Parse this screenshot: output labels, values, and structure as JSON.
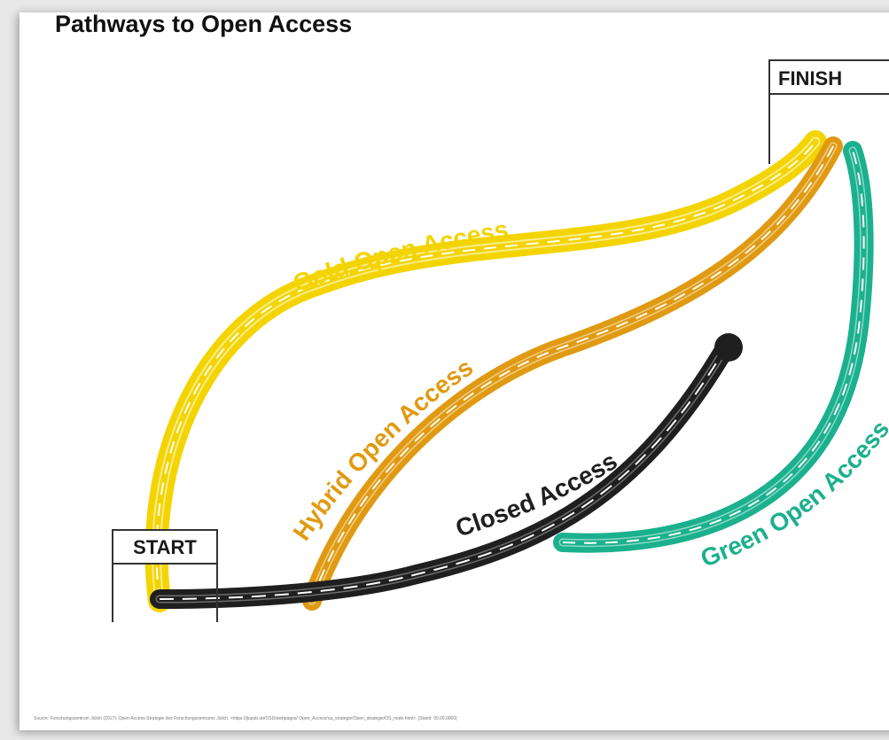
{
  "title": "Pathways to Open Access",
  "flags": {
    "start": "START",
    "finish": "FINISH"
  },
  "paths": {
    "gold": {
      "label": "Gold Open Access",
      "color": "#f3d400"
    },
    "hybrid": {
      "label": "Hybrid Open Access",
      "color": "#e09a12"
    },
    "closed": {
      "label": "Closed Access",
      "color": "#1f1f1f"
    },
    "green": {
      "label": "Green Open Access",
      "color": "#1bb08e"
    }
  },
  "source_note": "Source: Forschungszentrum Jülich (2017): Open-Access-Strategie des Forschungszentrums Jülich, <https://jlupub.ub/OSD/webpages/ Open_Access/oa_strategie/Open_strategie/OS_node.html>, [Stand: 00.00.0000]"
}
